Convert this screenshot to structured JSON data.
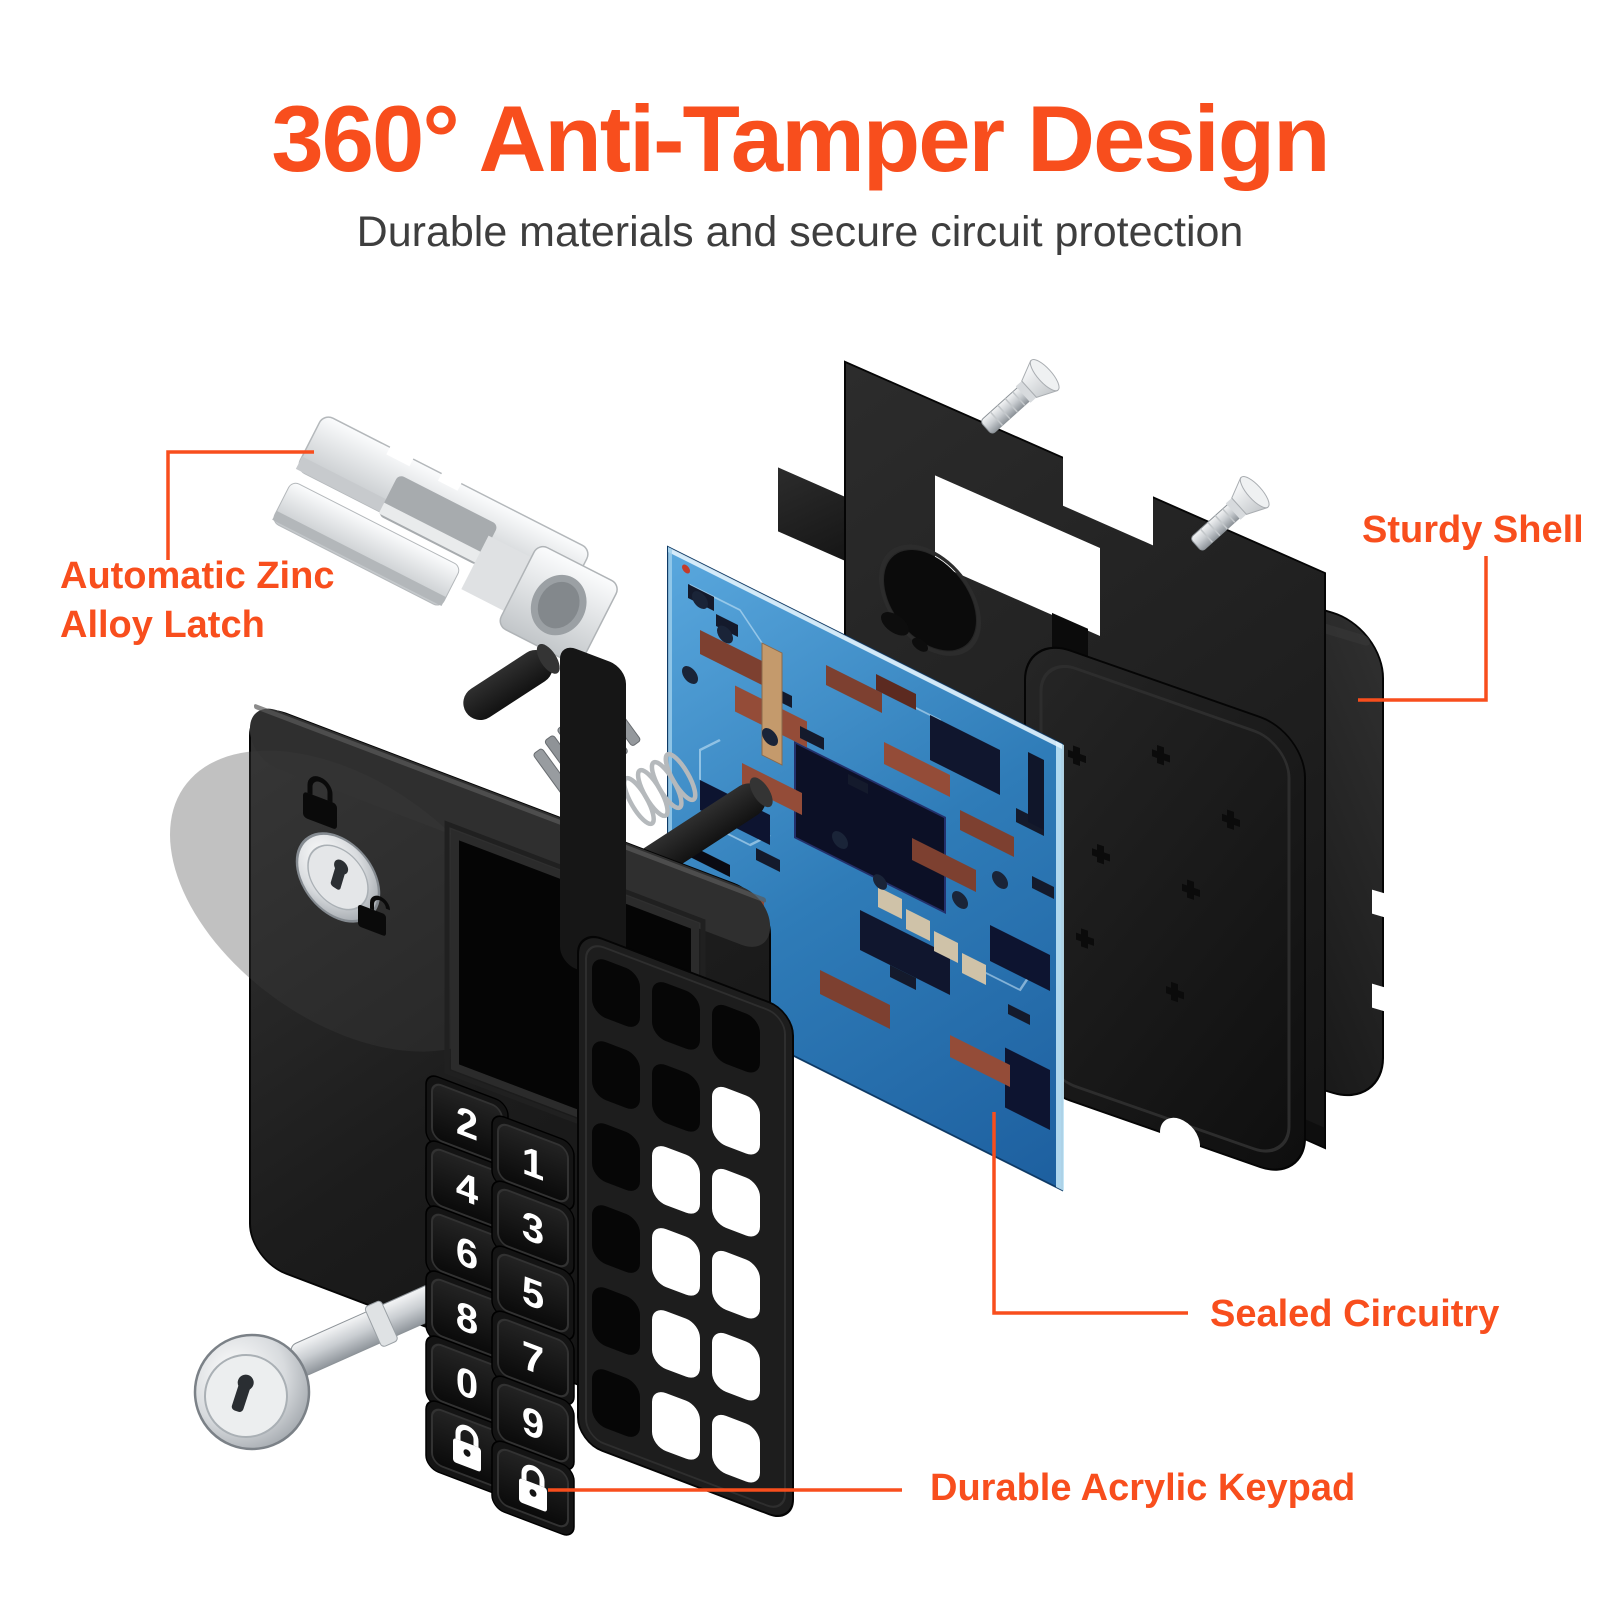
{
  "colors": {
    "accent": "#F84E1D",
    "subtitle_text": "#3E3E3E",
    "pcb_blue": "#2F7CB8"
  },
  "header": {
    "title": "360° Anti-Tamper Design",
    "subtitle": "Durable materials and secure circuit protection"
  },
  "callouts": {
    "latch": {
      "label": "Automatic Zinc\nAlloy Latch"
    },
    "shell": {
      "label": "Sturdy Shell"
    },
    "circuitry": {
      "label": "Sealed Circuitry"
    },
    "keypad": {
      "label": "Durable Acrylic Keypad"
    }
  },
  "keypad": {
    "left_column": [
      "2",
      "4",
      "6",
      "8",
      "0",
      "lock"
    ],
    "right_column": [
      "1",
      "3",
      "5",
      "7",
      "9",
      "lock"
    ]
  }
}
